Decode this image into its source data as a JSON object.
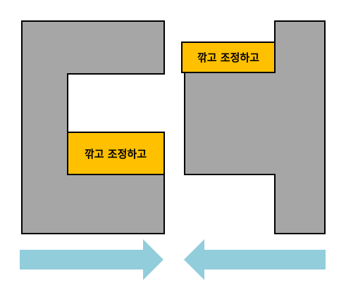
{
  "colors": {
    "block_fill": "#a6a6a6",
    "block_stroke": "#000000",
    "label_fill": "#ffc000",
    "arrow_fill": "#92cddc",
    "background": "#ffffff"
  },
  "left_piece": {
    "label": "깎고 조정하고"
  },
  "right_piece": {
    "label": "깎고 조정하고"
  },
  "arrows": [
    {
      "direction": "right",
      "icon": "arrow-right-icon"
    },
    {
      "direction": "left",
      "icon": "arrow-left-icon"
    }
  ]
}
